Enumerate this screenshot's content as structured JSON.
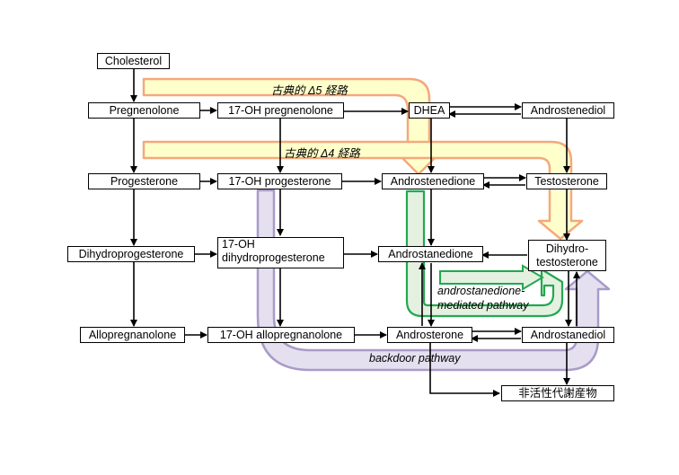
{
  "nodes": {
    "cholesterol": "Cholesterol",
    "pregnenolone": "Pregnenolone",
    "oh17_pregnenolone": "17-OH pregnenolone",
    "dhea": "DHEA",
    "androstenediol": "Androstenediol",
    "progesterone": "Progesterone",
    "oh17_progesterone": "17-OH progesterone",
    "androstenedione": "Androstenedione",
    "testosterone": "Testosterone",
    "dihydroprogesterone": "Dihydroprogesterone",
    "oh17_dihydroprogesterone_l1": "17-OH",
    "oh17_dihydroprogesterone_l2": "dihydroprogesterone",
    "androstanedione": "Androstanedione",
    "dht_l1": "Dihydro-",
    "dht_l2": "testosterone",
    "allopregnanolone": "Allopregnanolone",
    "oh17_allopregnanolone": "17-OH allopregnanolone",
    "androsterone": "Androsterone",
    "androstanediol": "Androstanediol",
    "inactive_metabolites": "非活性代謝産物"
  },
  "pathways": {
    "classic_d5": "古典的 Δ5 経路",
    "classic_d4": "古典的 Δ4 経路",
    "androstanedione_l1": "androstanedione-",
    "androstanedione_l2": "mediated pathway",
    "backdoor": "backdoor pathway"
  },
  "colors": {
    "classic_fill": "#ffffcc",
    "classic_stroke": "#f4a97a",
    "green_fill": "#e4f1e0",
    "green_stroke": "#22a850",
    "backdoor_fill": "#e4e0ef",
    "backdoor_stroke": "#a99bc8"
  }
}
